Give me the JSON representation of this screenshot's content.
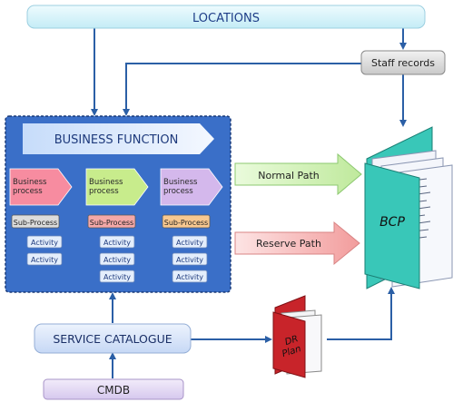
{
  "locations": "LOCATIONS",
  "staff_records": "Staff records",
  "business_function": "BUSINESS FUNCTION",
  "processes": [
    {
      "label": "Business process",
      "subprocess": "Sub-Process",
      "activities": [
        "Activity",
        "Activity"
      ],
      "color": "#f78ca0",
      "sub_color": "#dcdcdc"
    },
    {
      "label": "Business process",
      "subprocess": "Sub-Process",
      "activities": [
        "Activity",
        "Activity",
        "Activity"
      ],
      "color": "#c8ec8c",
      "sub_color": "#f4a8a8"
    },
    {
      "label": "Business process",
      "subprocess": "Sub-Process",
      "activities": [
        "Activity",
        "Activity",
        "Activity"
      ],
      "color": "#d4b8ec",
      "sub_color": "#f8c890"
    }
  ],
  "normal_path": "Normal Path",
  "reserve_path": "Reserve Path",
  "bcp": "BCP",
  "service_catalogue": "SERVICE CATALOGUE",
  "cmdb": "CMDB",
  "dr_plan_line1": "DR",
  "dr_plan_line2": "Plan",
  "colors": {
    "locations_fill": "#d8f4fa",
    "business_panel": "#3a6fc8",
    "arrow_line": "#2b5fa6",
    "normal_arrow": "#cdf2ad",
    "reserve_arrow": "#f6b5b5",
    "bcp_teal": "#39c7b8",
    "dr_red": "#c8242a",
    "service_fill": "#d8e6fb",
    "cmdb_fill": "#e6dcf4"
  }
}
